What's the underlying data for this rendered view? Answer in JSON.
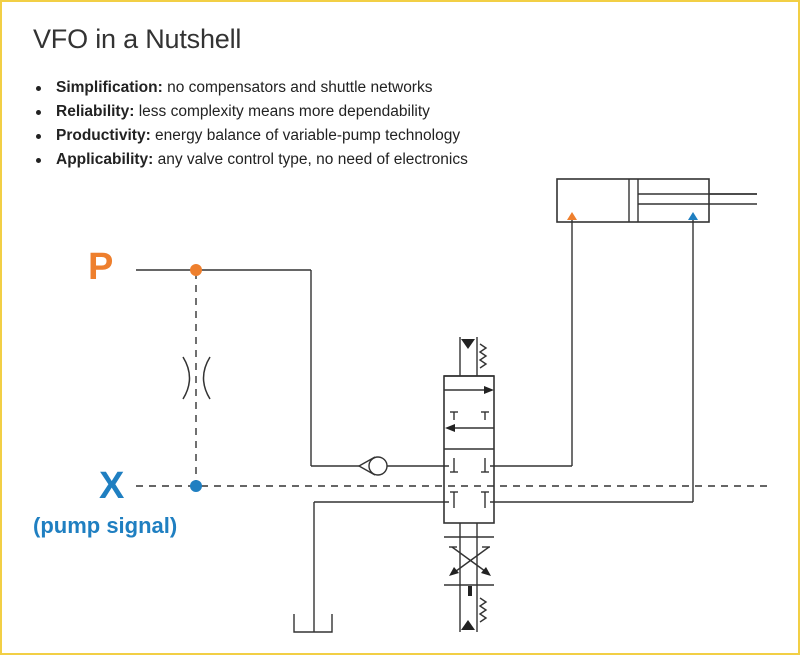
{
  "title": "VFO in a Nutshell",
  "bullets": [
    {
      "term": "Simplification:",
      "text": " no compensators and shuttle networks"
    },
    {
      "term": "Reliability:",
      "text": " less complexity means more dependability"
    },
    {
      "term": "Productivity:",
      "text": " energy balance of variable-pump technology"
    },
    {
      "term": "Applicability:",
      "text": " any valve control type, no need of electronics"
    }
  ],
  "labels": {
    "pressure_line": "P",
    "pump_signal_line": "X",
    "pump_signal_caption": "(pump signal)"
  },
  "colors": {
    "pressure": "#ee7f2d",
    "signal": "#1f7fc1",
    "frame": "#f2cf45",
    "lines": "#333333"
  }
}
